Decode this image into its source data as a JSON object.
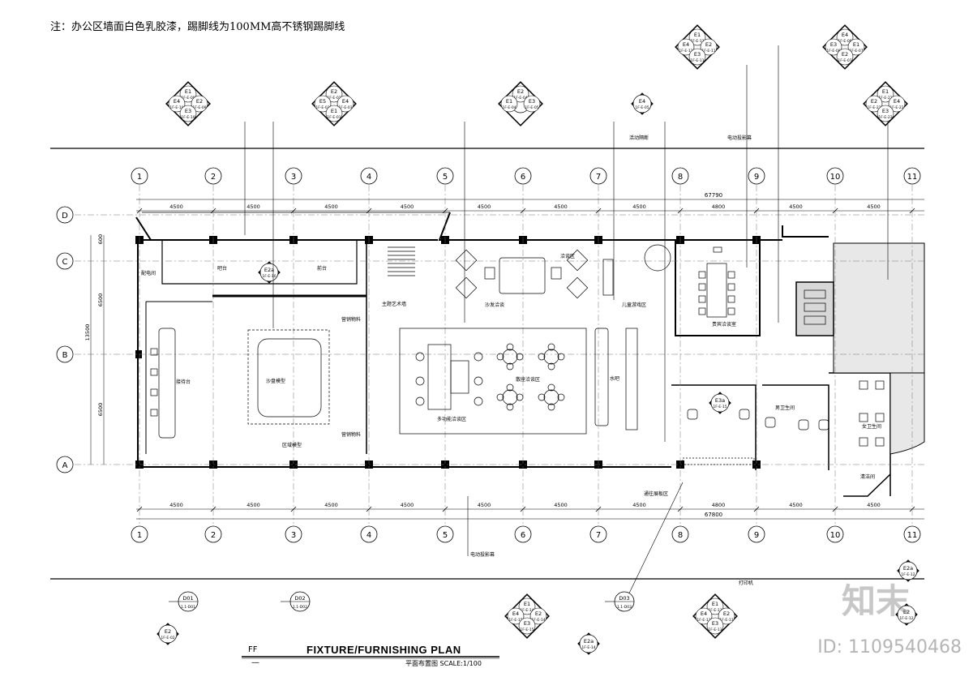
{
  "note": "注：办公区墙面白色乳胶漆，踢脚线为100MM高不锈钢踢脚线",
  "title": "FIXTURE/FURNISHING PLAN",
  "subtitle": "平面布置图   SCALE:1/100",
  "ff_label": "FF",
  "ff_sub": "—",
  "watermark": {
    "logo": "知末",
    "id": "ID: 1109540468"
  },
  "grid": {
    "columns": [
      "1",
      "2",
      "3",
      "4",
      "5",
      "6",
      "7",
      "8",
      "9",
      "10",
      "11"
    ],
    "rows": [
      "D",
      "C",
      "B",
      "A"
    ],
    "top_dims": [
      "4500",
      "4500",
      "4500",
      "4500",
      "4500",
      "4500",
      "4500",
      "4800",
      "4500",
      "4500"
    ],
    "top_total": "67790",
    "bottom_dims": [
      "4500",
      "4500",
      "4500",
      "4500",
      "4500",
      "4500",
      "4500",
      "4800",
      "4500",
      "4500"
    ],
    "bottom_total": "67800",
    "left_dims": [
      "6500",
      "13500",
      "6500",
      "600"
    ]
  },
  "rooms": [
    {
      "label": "配电间"
    },
    {
      "label": "吧台"
    },
    {
      "label": "前台"
    },
    {
      "label": "接待台"
    },
    {
      "label": "沙盘模型"
    },
    {
      "label": "区域模型"
    },
    {
      "label": "营销物料"
    },
    {
      "label": "营销物料"
    },
    {
      "label": "主题艺术墙"
    },
    {
      "label": "沙发洽谈"
    },
    {
      "label": "儿童游戏区"
    },
    {
      "label": "洽谈区"
    },
    {
      "label": "散座洽谈区"
    },
    {
      "label": "多功能洽谈区"
    },
    {
      "label": "水吧"
    },
    {
      "label": "贵宾洽谈室"
    },
    {
      "label": "男卫生间"
    },
    {
      "label": "女卫生间"
    },
    {
      "label": "清洁间"
    },
    {
      "label": "通往展板区"
    },
    {
      "label": "活动隔断"
    },
    {
      "label": "电动投影幕"
    },
    {
      "label": "电动投影幕"
    },
    {
      "label": "打印机"
    }
  ],
  "markers": [
    {
      "q": [
        "E1",
        "1F-E-09",
        "E4",
        "1F-E-10",
        "E2",
        "1F-E-09",
        "E3",
        "1F-E-10"
      ]
    },
    {
      "q": [
        "E2",
        "1F-E-02",
        "E5",
        "1F-E-03",
        "E4",
        "1F-E-03",
        "E1",
        "1F-E-01"
      ]
    },
    {
      "q": [
        "E2",
        "1F-E-04",
        "E1",
        "1F-E-04",
        "E3",
        "1F-E-05"
      ]
    },
    {
      "q": [
        "E4",
        "1F-E-05",
        "E2",
        "1F-E-06",
        "E1",
        "1F-E-06"
      ]
    },
    {
      "q": [
        "E1",
        "1F-E-11",
        "E4",
        "1F-E-11",
        "E2",
        "1F-E-11",
        "E3",
        "1F-E-11"
      ]
    },
    {
      "q": [
        "E4",
        "1F-E-08",
        "E3",
        "1F-E-08",
        "E1",
        "1F-E-07",
        "E2",
        "1F-E-07"
      ]
    },
    {
      "q": [
        "E1",
        "1F-E-22",
        "E2",
        "1F-E-22",
        "E4",
        "1F-E-22",
        "E3",
        "1F-E-22"
      ]
    },
    {
      "q": [
        "E1",
        "1F-E-14",
        "E4",
        "1F-E-15",
        "E2",
        "1F-E-14",
        "E3",
        "1F-E-15"
      ]
    },
    {
      "q": [
        "E1",
        "1F-E-13",
        "E4",
        "1F-E-13",
        "E2",
        "1F-E-13",
        "E3",
        "1F-E-13"
      ]
    },
    {
      "q": [
        "E2a",
        "1F-E-10"
      ]
    },
    {
      "q": [
        "E3a",
        "1F-E-15"
      ]
    },
    {
      "q": [
        "E2",
        "1F-E-02"
      ]
    },
    {
      "q": [
        "E2a",
        "1F-E-14"
      ]
    },
    {
      "q": [
        "E2a",
        "1F-E-12"
      ]
    },
    {
      "q": [
        "E2",
        "1F-E-12"
      ]
    }
  ],
  "detail_tags": [
    {
      "id": "D01",
      "ref": "1.1-D01"
    },
    {
      "id": "D02",
      "ref": "1.1-D02"
    },
    {
      "id": "D03",
      "ref": "1.1-D03"
    }
  ]
}
